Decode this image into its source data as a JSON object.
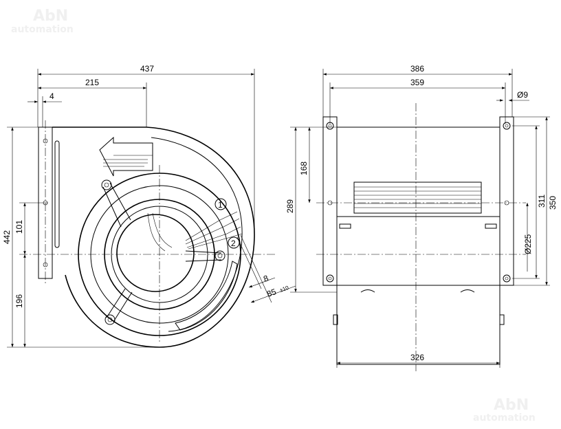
{
  "watermark": {
    "line1": "AbN",
    "line2": "automation"
  },
  "side_view": {
    "dims": {
      "overall_width": "437",
      "half_width": "215",
      "flange": "4",
      "height": "442",
      "lower": "196",
      "upper": "101",
      "cable_dia": "8",
      "cable_length": "85",
      "cable_tol": "±10"
    },
    "callouts": [
      "1",
      "2"
    ]
  },
  "front_view": {
    "dims": {
      "overall_width": "386",
      "hole_spacing": "359",
      "hole_dia": "Ø9",
      "outlet_width": "326",
      "outlet_height": "289",
      "center_height": "168",
      "hole_vertical": "311",
      "overall_height": "350",
      "inlet_dia": "Ø225"
    }
  }
}
